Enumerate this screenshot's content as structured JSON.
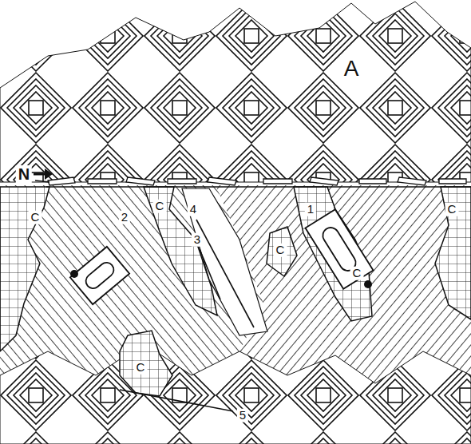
{
  "diagram": {
    "labels": [
      "A",
      "N",
      "C",
      "C",
      "C",
      "C",
      "C",
      "C",
      "1",
      "2",
      "3",
      "4",
      "5"
    ]
  }
}
